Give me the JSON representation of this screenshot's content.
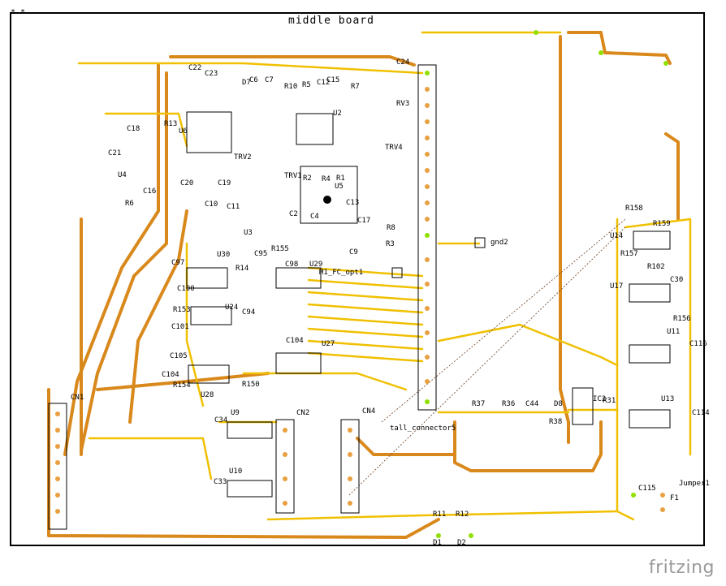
{
  "board": {
    "title": "middle board",
    "corner_marker": "* *",
    "connector_label": "tall_connector5",
    "jumper_label": "Jumper1",
    "gnd_label": "gnd2",
    "m_label": "M1_FC_opt1"
  },
  "brand": "fritzing",
  "colors": {
    "trace_top": "#f0c000",
    "trace_bottom": "#d9891c",
    "pad_green": "#8fe000",
    "pad_orange": "#e8a040",
    "silk": "#000000"
  },
  "labels": [
    "C22",
    "C23",
    "D7",
    "C6",
    "C7",
    "R10",
    "R5",
    "C12",
    "C15",
    "R7",
    "C24",
    "RV3",
    "C18",
    "R13",
    "U6",
    "U2",
    "TRV4",
    "TRV2",
    "C21",
    "U4",
    "C19",
    "C20",
    "R2",
    "R4",
    "R1",
    "U5",
    "TRV1",
    "R6",
    "C16",
    "C13",
    "C10",
    "C11",
    "C2",
    "C4",
    "C17",
    "R8",
    "U3",
    "R3",
    "C9",
    "R155",
    "C97",
    "U30",
    "R14",
    "C95",
    "C98",
    "U29",
    "C100",
    "R153",
    "U24",
    "C94",
    "C101",
    "C104",
    "U27",
    "C105",
    "C104",
    "U28",
    "R154",
    "R150",
    "C34",
    "U9",
    "CN2",
    "CN4",
    "CN1",
    "C33",
    "U10",
    "R37",
    "R36",
    "C44",
    "D8",
    "IC2",
    "R38",
    "R31",
    "R158",
    "U14",
    "R159",
    "R157",
    "R102",
    "U17",
    "C30",
    "R156",
    "U11",
    "C116",
    "U13",
    "C114",
    "C115",
    "F1",
    "R11",
    "R12",
    "D1",
    "D2"
  ]
}
